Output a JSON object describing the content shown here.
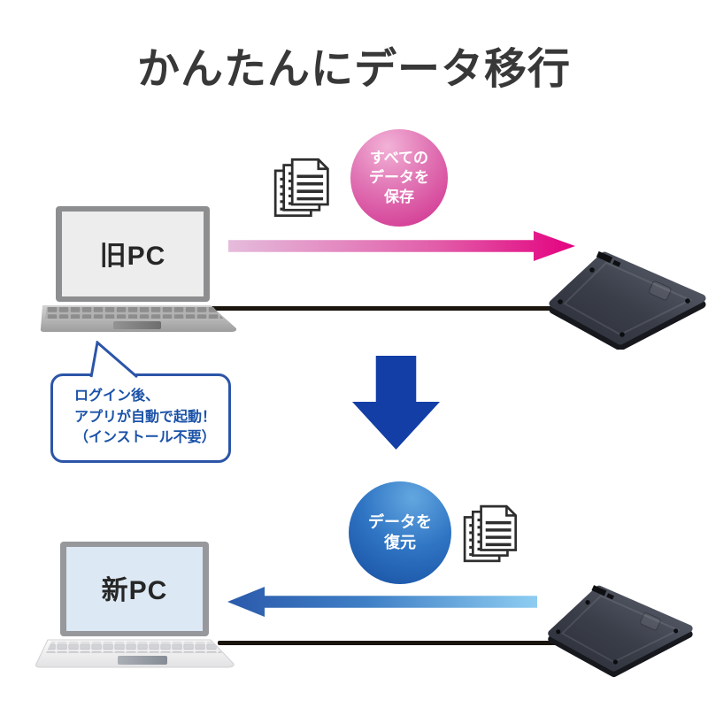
{
  "title": "かんたんにデータ移行",
  "top": {
    "pc_label": "旧PC",
    "badge": {
      "line1": "すべての",
      "line2": "データを",
      "line3": "保存"
    }
  },
  "bubble": {
    "line1": "ログイン後、",
    "line2": "アプリが自動で起動！",
    "line3": "（インストール不要）"
  },
  "bottom": {
    "pc_label": "新PC",
    "badge": {
      "line1": "データを",
      "line2": "復元"
    }
  },
  "colors": {
    "magenta_arrow": "#e3017f",
    "badge_pink_light": "#f2b2d7",
    "badge_pink_dark": "#d02b8b",
    "down_arrow_blue": "#123ea6",
    "blue_arrow_dark": "#2b5aab",
    "blue_arrow_light": "#8ecdf1",
    "badge_blue_light": "#63a7e0",
    "badge_blue_dark": "#164d9f",
    "bubble_blue": "#2c55a8",
    "cable_black": "#1a150f"
  },
  "icons": {
    "documents": "documents-icon",
    "external_drive": "external-hdd",
    "laptop": "laptop"
  }
}
